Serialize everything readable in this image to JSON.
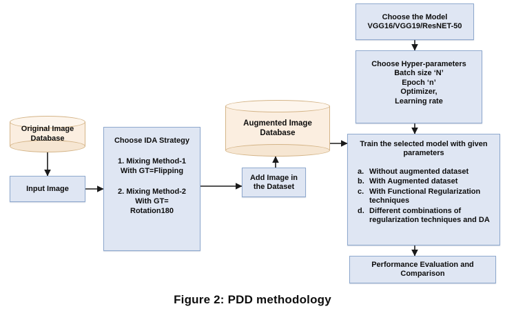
{
  "figure": {
    "caption": "Figure 2: PDD methodology",
    "colors": {
      "process_fill": "#dfe6f3",
      "process_border": "#8ea8cd",
      "database_fill": "#fbeee0",
      "database_border": "#d4b487",
      "arrow": "#1a1a1a",
      "text": "#0d0d0d"
    }
  },
  "nodes": {
    "original_db": {
      "label": "Original Image\nDatabase",
      "line1": "Original Image",
      "line2": "Database"
    },
    "input_image": {
      "label": "Input Image"
    },
    "ida_strategy": {
      "title": "Choose IDA Strategy",
      "items": [
        {
          "num": "1.",
          "line1": "1. Mixing Method-1",
          "line2": "With GT=Flipping"
        },
        {
          "num": "2.",
          "line1": "2. Mixing Method-2",
          "line2": "With GT=",
          "line3": "Rotation180"
        }
      ],
      "lines": [
        "Choose IDA Strategy",
        "1. Mixing Method-1",
        "With GT=Flipping",
        "2. Mixing Method-2",
        "With GT=",
        "Rotation180"
      ]
    },
    "add_image": {
      "line1": "Add  Image in",
      "line2": "the Dataset"
    },
    "augmented_db": {
      "line1": "Augmented Image",
      "line2": "Database"
    },
    "choose_model": {
      "line1": "Choose  the Model",
      "line2": "VGG16/VGG19/ResNET-50"
    },
    "hyper_parameters": {
      "title": "Choose  Hyper-parameters",
      "lines": [
        "Batch size ‘N’",
        "Epoch ‘n’",
        "Optimizer,",
        "Learning rate"
      ]
    },
    "train_model": {
      "title_line1": "Train the selected model with given",
      "title_line2": "parameters",
      "items": [
        {
          "marker": "a.",
          "text": "Without augmented dataset"
        },
        {
          "marker": "b.",
          "text": "With Augmented dataset"
        },
        {
          "marker": "c.",
          "text": "With Functional Regularization techniques"
        },
        {
          "marker": "d.",
          "text": "Different combinations of regularization techniques and DA"
        }
      ]
    },
    "performance": {
      "line1": "Performance Evaluation and",
      "line2": "Comparison"
    }
  },
  "edges": [
    {
      "from": "original_db",
      "to": "input_image",
      "direction": "down"
    },
    {
      "from": "input_image",
      "to": "ida_strategy",
      "direction": "right"
    },
    {
      "from": "ida_strategy",
      "to": "add_image",
      "direction": "right"
    },
    {
      "from": "add_image",
      "to": "augmented_db",
      "direction": "up"
    },
    {
      "from": "augmented_db",
      "to": "train_model",
      "direction": "right"
    },
    {
      "from": "choose_model",
      "to": "hyper_parameters",
      "direction": "down"
    },
    {
      "from": "hyper_parameters",
      "to": "train_model",
      "direction": "down"
    },
    {
      "from": "train_model",
      "to": "performance",
      "direction": "down"
    }
  ]
}
